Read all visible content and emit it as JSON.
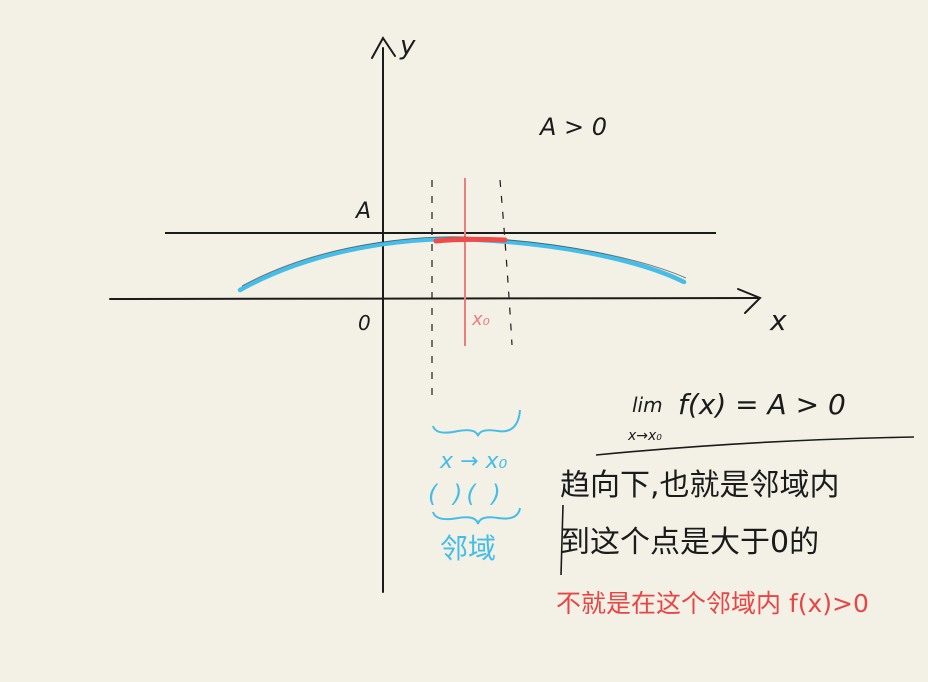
{
  "diagram": {
    "axis_labels": {
      "x": "x",
      "y": "y",
      "origin": "0"
    },
    "level_label": "A",
    "condition": "A > 0",
    "point_label": "x₀",
    "neighborhood": {
      "approach": "x → x₀",
      "interval": "( )( )",
      "label": "邻域"
    },
    "notes": {
      "limit_lim": "lim",
      "limit_sub": "x→x₀",
      "limit_expr": "f(x) = A > 0",
      "line1": "趋向下,也就是邻域内",
      "line2": "到这个点是大于0的",
      "line3": "不就是在这个邻域内 f(x)>0"
    },
    "colors": {
      "ink": "#1b1b1b",
      "curve": "#46bde8",
      "highlight": "#ef4b4b",
      "vertical_line": "#ec7d7d",
      "red_text": "#e84545",
      "blue_text": "#46bde8"
    }
  }
}
